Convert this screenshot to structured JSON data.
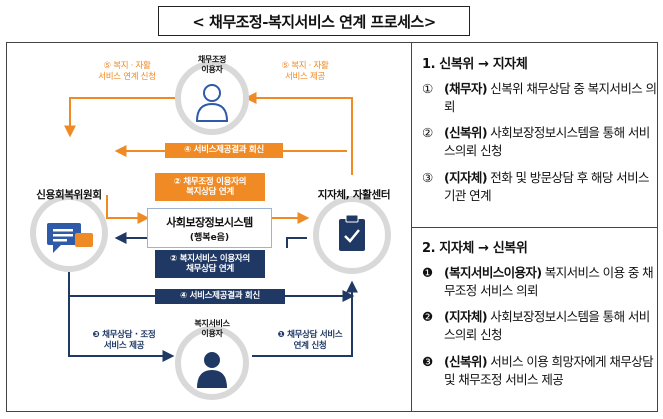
{
  "title": "< 채무조정-복지서비스 연계 프로세스>",
  "nodes": {
    "top_user": "채무조정\n이용자",
    "bottom_user": "복지서비스\n이용자",
    "left_org": "신용회복위원회",
    "right_org": "지자체, 자활센터",
    "system": "사회보장정보시스템",
    "system_sub": "(행복e음)"
  },
  "flows": {
    "top_left": "⑤ 복지 · 자활\n서비스 연계 신청",
    "top_right": "⑤ 복지 · 자활\n서비스 제공",
    "orange_return": "④ 서비스제공결과 회신",
    "orange_request": "② 채무조정 이용자의\n복지상담 연계",
    "navy_request": "② 복지서비스 이용자의\n채무상담 연계",
    "navy_return": "④ 서비스제공결과 회신",
    "bottom_left": "❸ 채무상담 · 조정\n서비스 제공",
    "bottom_right": "❶ 채무상담 서비스\n연계 신청"
  },
  "panel": {
    "section1": {
      "title": "1. 신복위 → 지자체",
      "items": [
        {
          "num": "①",
          "who": "(채무자)",
          "text": " 신복위 채무상담 중 복지서비스 의뢰"
        },
        {
          "num": "②",
          "who": "(신복위)",
          "text": " 사회보장정보시스템을 통해 서비스의뢰 신청"
        },
        {
          "num": "③",
          "who": "(지자체)",
          "text": " 전화 및 방문상담 후 해당 서비스기관 연계"
        }
      ]
    },
    "section2": {
      "title": "2. 지자체 → 신복위",
      "items": [
        {
          "num": "❶",
          "who": "(복지서비스이용자)",
          "text": " 복지서비스 이용 중 채무조정 서비스 의뢰"
        },
        {
          "num": "❷",
          "who": "(지자체)",
          "text": " 사회보장정보시스템을 통해 서비스의뢰 신청"
        },
        {
          "num": "❸",
          "who": "(신복위)",
          "text": " 서비스 이용 희망자에게 채무상담 및 채무조정 서비스 제공"
        }
      ]
    }
  },
  "colors": {
    "orange": "#f08a24",
    "navy": "#1f3864",
    "circle": "#d9d9d9"
  }
}
